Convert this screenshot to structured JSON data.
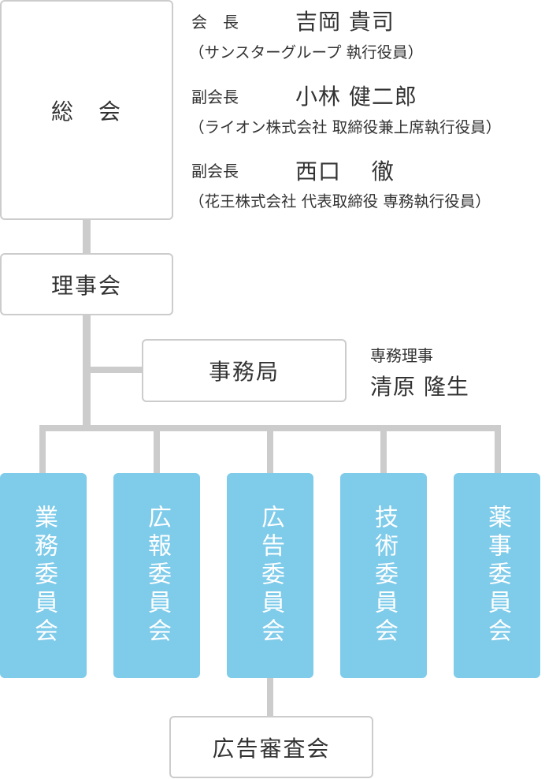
{
  "general_meeting": {
    "label": "総　会"
  },
  "officers": [
    {
      "role": "会　長",
      "name": "吉岡 貴司",
      "affiliation": "（サンスターグループ 執行役員）"
    },
    {
      "role": "副会長",
      "name": "小林 健二郎",
      "affiliation": "（ライオン株式会社 取締役兼上席執行役員）"
    },
    {
      "role": "副会長",
      "name": "西口　 徹",
      "affiliation": "（花王株式会社 代表取締役 専務執行役員）"
    }
  ],
  "board": {
    "label": "理事会"
  },
  "secretariat": {
    "label": "事務局",
    "director_role": "専務理事",
    "director_name": "清原 隆生"
  },
  "committees": [
    {
      "label": "業務委員会"
    },
    {
      "label": "広報委員会"
    },
    {
      "label": "広告委員会"
    },
    {
      "label": "技術委員会"
    },
    {
      "label": "薬事委員会"
    }
  ],
  "review_board": {
    "label": "広告審査会"
  },
  "colors": {
    "committee_fill": "#7ecbea",
    "connector": "#cccccc",
    "box_border": "#cccccc",
    "text": "#333333"
  }
}
